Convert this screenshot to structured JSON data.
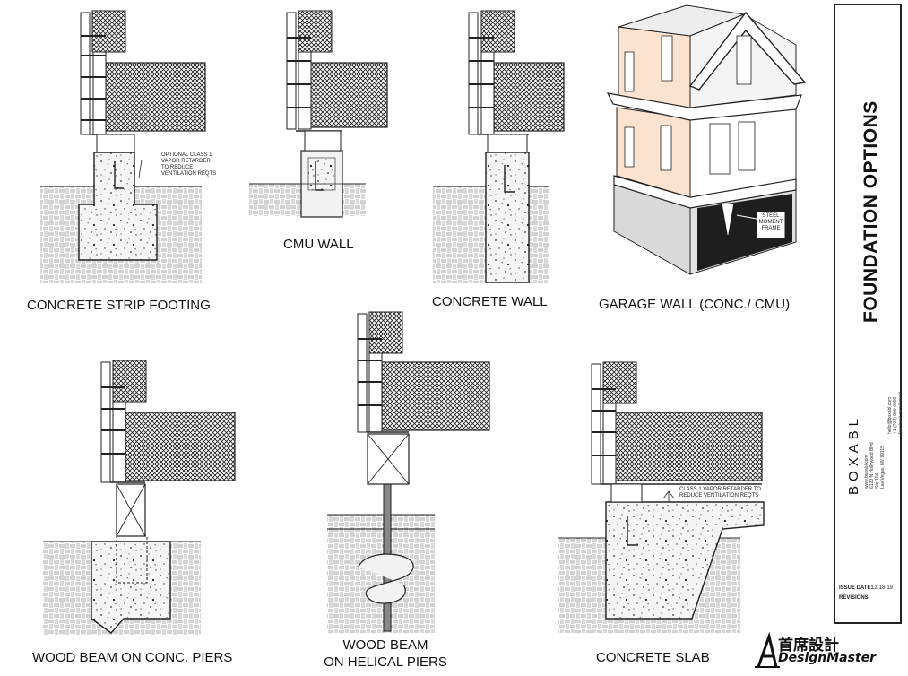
{
  "details": [
    {
      "id": "strip",
      "label": "CONCRETE STRIP FOOTING",
      "note": "OPTIONAL CLASS 1\nVAPOR RETARDER\nTO REDUCE\nVENTILATION REQTS"
    },
    {
      "id": "cmu",
      "label": "CMU WALL"
    },
    {
      "id": "concwall",
      "label": "CONCRETE WALL"
    },
    {
      "id": "garage",
      "label": "GARAGE  WALL (CONC./ CMU)",
      "callout": "STEEL\nMOMENT\nFRAME"
    },
    {
      "id": "piers",
      "label": "WOOD BEAM ON CONC. PIERS"
    },
    {
      "id": "helical",
      "label": "WOOD BEAM\nON HELICAL PIERS"
    },
    {
      "id": "slab",
      "label": "CONCRETE  SLAB",
      "note": "CLASS 1 VAPOR RETARDER TO\nREDUCE VENTILATION REQTS"
    }
  ],
  "title_block": {
    "sheet_title": "FOUNDATION OPTIONS",
    "brand": "BOXABL",
    "address_lines": [
      "www.boxabl.com",
      "6120 N Hollywood Blvd",
      "Ste 104",
      "Las Vegas, NV 89115"
    ],
    "contact_lines": [
      "hello@boxabl.com",
      "+1 (702) 000-0000",
      "facebook.com/boxabl"
    ],
    "issue_date_label": "ISSUE DATE:",
    "issue_date": "12-18-19",
    "revisions_label": "REVISIONS"
  },
  "watermark": {
    "cn": "首席設計",
    "en": "DesignMaster"
  },
  "colors": {
    "accent_wall": "#fbe3cf",
    "line": "#1a1a1a",
    "hatch": "#555555"
  }
}
